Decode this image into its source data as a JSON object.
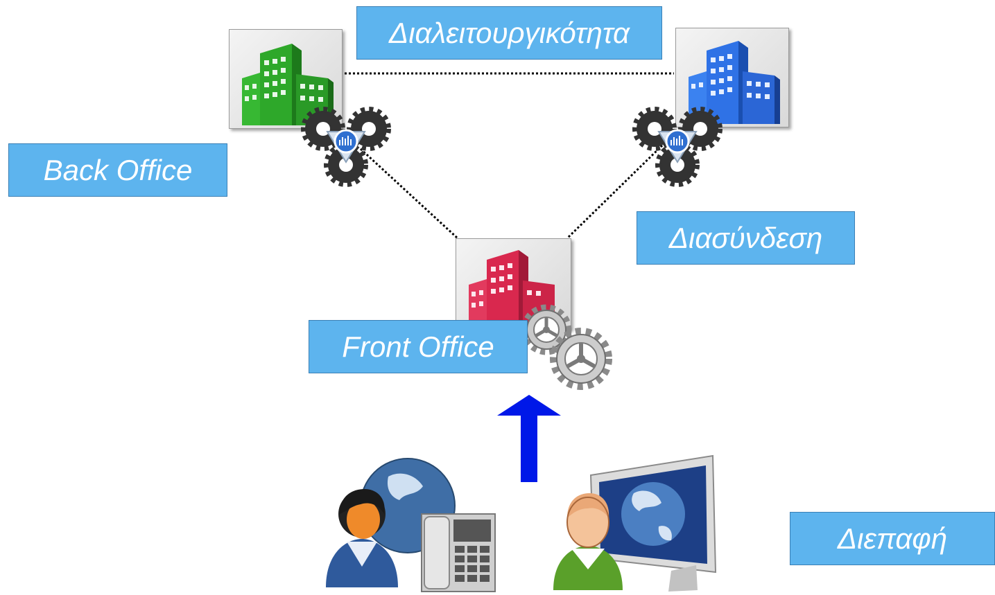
{
  "labels": {
    "interoperability": "Διαλειτουργικότητα",
    "back_office": "Back Office",
    "connection": "Διασύνδεση",
    "front_office": "Front Office",
    "interface": "Διεπαφή"
  },
  "colors": {
    "label_background": "#5db4ee",
    "label_text": "#ffffff",
    "back_office_building": "#2e9e2a",
    "partner_building": "#2d6fe0",
    "front_office_building": "#d9284e",
    "arrow": "#0018e8",
    "connector_line": "#000000"
  },
  "icons": {
    "back_office": "green-building-icon",
    "partner_office": "blue-building-icon",
    "front_office": "red-building-icon",
    "back_office_connector": "gears-network-icon",
    "partner_connector": "gears-network-icon",
    "front_office_process": "silver-gears-icon",
    "flow_arrow": "up-arrow-icon",
    "citizen_phone": "woman-globe-telephone-icon",
    "citizen_web": "man-globe-monitor-icon"
  }
}
